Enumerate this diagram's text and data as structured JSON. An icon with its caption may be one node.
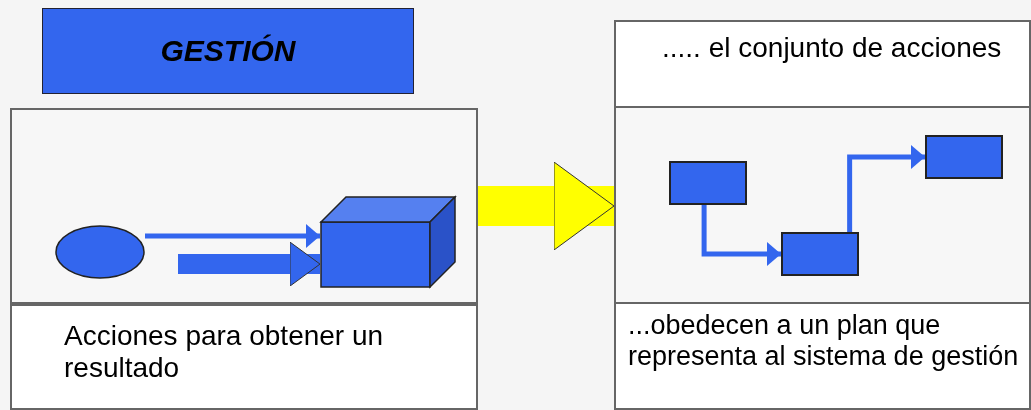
{
  "diagram": {
    "nodes": [
      {
        "text": [
          "GESTIÓN"
        ]
      },
      {
        "text": [],
        "shape": "box"
      },
      {
        "text": [],
        "shape": "circle",
        "in": 1
      },
      {
        "text": [],
        "shape": "cube",
        "in": 1
      },
      {
        "text": [
          "Acciones para obtener un resultado"
        ]
      },
      {
        "text": [
          "..... el conjunto de acciones"
        ]
      },
      {
        "text": [],
        "shape": "box"
      },
      {
        "text": [],
        "shape": "box",
        "in": 6
      },
      {
        "text": [],
        "shape": "box",
        "in": 6
      },
      {
        "text": [],
        "shape": "box",
        "in": 6
      },
      {
        "text": [
          "...obedecen a un plan que representa al sistema de gestión"
        ]
      }
    ],
    "edges": [
      {
        "from": 2,
        "to": 3,
        "arrow": "to"
      },
      {
        "from": null,
        "to": 3,
        "arrow": "to",
        "style": "thick"
      },
      {
        "from": 1,
        "to": 6,
        "arrow": "to",
        "style": "thick",
        "color": "#ffff00"
      },
      {
        "from": 7,
        "to": 8,
        "arrow": "to"
      },
      {
        "from": 8,
        "to": 9,
        "arrow": "to"
      }
    ]
  }
}
